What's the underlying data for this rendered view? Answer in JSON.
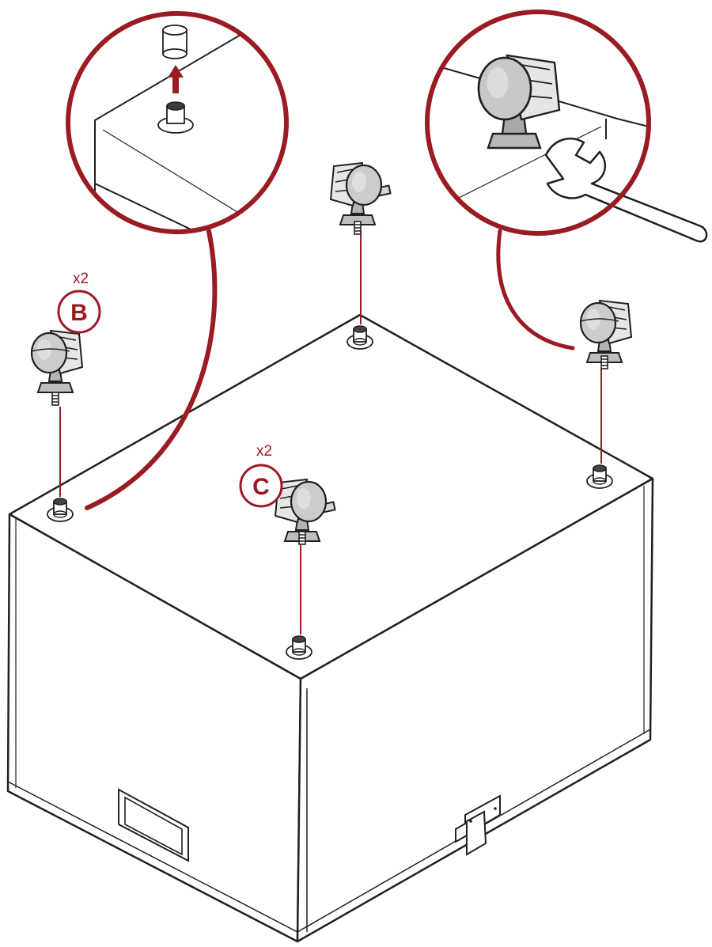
{
  "labels": {
    "part_b": {
      "letter": "B",
      "quantity": "x2"
    },
    "part_c": {
      "letter": "C",
      "quantity": "x2"
    }
  },
  "colors": {
    "accent": "#9b1b23",
    "outline": "#231f20",
    "caster_fill": "#c9c9c9",
    "caster_dark": "#8a8a8a",
    "background": "#ffffff"
  },
  "icons": [
    "caster-wheel-icon",
    "open-end-wrench-icon",
    "threaded-socket-icon",
    "cap-icon",
    "arrow-up-icon",
    "handle-recess-icon",
    "bracket-icon"
  ]
}
